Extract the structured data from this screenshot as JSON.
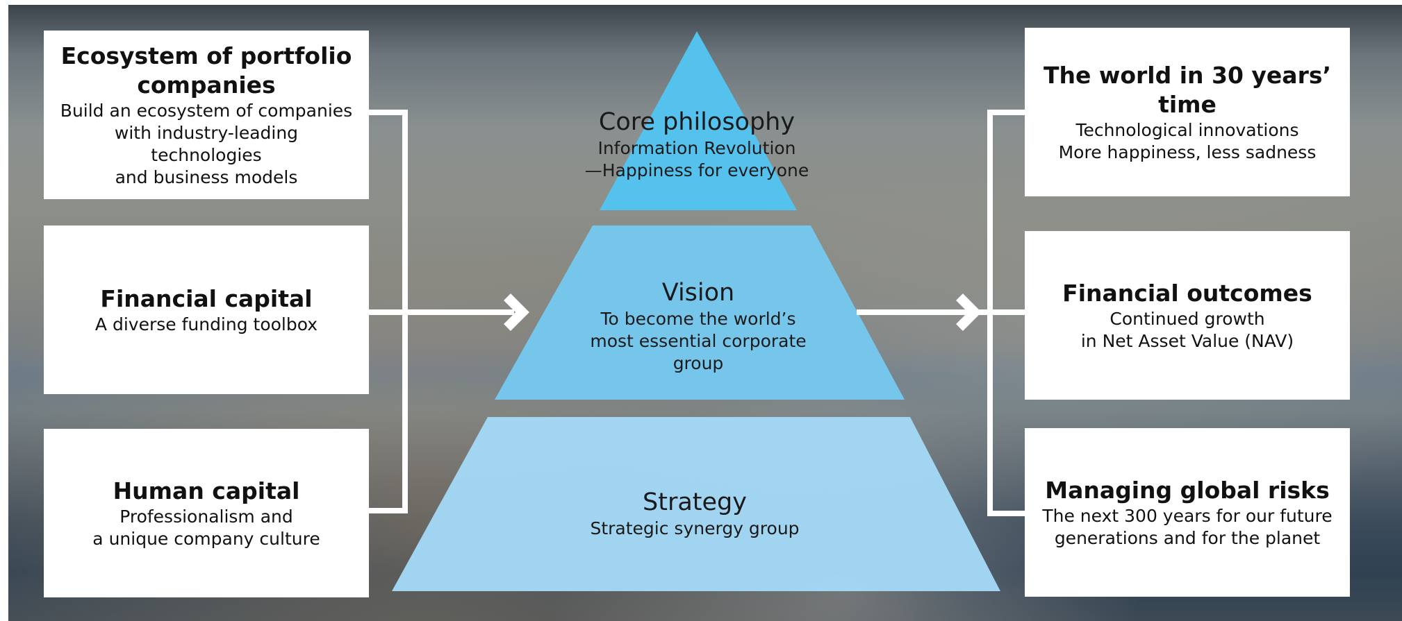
{
  "pyramid": {
    "top": {
      "title": "Core philosophy",
      "desc": "Information Revolution\n—Happiness for everyone"
    },
    "middle": {
      "title": "Vision",
      "desc": "To become the world’s\nmost essential corporate\ngroup"
    },
    "bottom": {
      "title": "Strategy",
      "desc": "Strategic synergy group"
    }
  },
  "inputs": [
    {
      "title": "Ecosystem of portfolio\ncompanies",
      "desc": "Build an ecosystem of companies\nwith industry-leading\ntechnologies\nand business models"
    },
    {
      "title": "Financial capital",
      "desc": "A diverse funding toolbox"
    },
    {
      "title": "Human capital",
      "desc": "Professionalism and\na unique company culture"
    }
  ],
  "outputs": [
    {
      "title": "The world in 30 years’\ntime",
      "desc": "Technological innovations\nMore happiness, less sadness"
    },
    {
      "title": "Financial outcomes",
      "desc": "Continued growth\nin Net Asset Value (NAV)"
    },
    {
      "title": "Managing global risks",
      "desc": "The next 300 years for our future\ngenerations and for the planet"
    }
  ],
  "colors": {
    "tier_top": "#55c2ee",
    "tier_middle": "#76c8f0",
    "tier_bottom": "#a3d8f5",
    "connector": "#ffffff"
  }
}
